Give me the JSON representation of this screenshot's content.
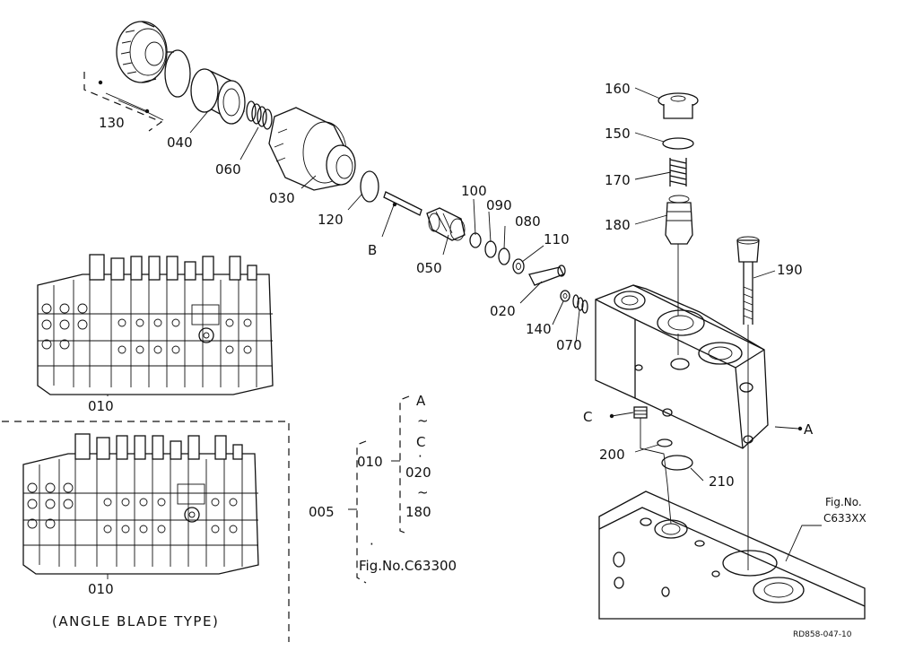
{
  "parts": [
    {
      "id": "p010a",
      "label": "010"
    },
    {
      "id": "p010b",
      "label": "010"
    },
    {
      "id": "p130",
      "label": "130"
    },
    {
      "id": "p040",
      "label": "040"
    },
    {
      "id": "p060",
      "label": "060"
    },
    {
      "id": "p030",
      "label": "030"
    },
    {
      "id": "p120",
      "label": "120"
    },
    {
      "id": "p100",
      "label": "100"
    },
    {
      "id": "p090",
      "label": "090"
    },
    {
      "id": "p080",
      "label": "080"
    },
    {
      "id": "p110",
      "label": "110"
    },
    {
      "id": "p050",
      "label": "050"
    },
    {
      "id": "p020",
      "label": "020"
    },
    {
      "id": "p140",
      "label": "140"
    },
    {
      "id": "p070",
      "label": "070"
    },
    {
      "id": "p160",
      "label": "160"
    },
    {
      "id": "p150",
      "label": "150"
    },
    {
      "id": "p170",
      "label": "170"
    },
    {
      "id": "p180",
      "label": "180"
    },
    {
      "id": "p190",
      "label": "190"
    },
    {
      "id": "p200",
      "label": "200"
    },
    {
      "id": "p210",
      "label": "210"
    }
  ],
  "refs": {
    "B": "B",
    "C": "C",
    "A": "A"
  },
  "legend": {
    "assembly": "005",
    "sub": "010",
    "range_a": "A",
    "range_tilde1": "~",
    "range_c": "C",
    "range_dot": "·",
    "range_020": "020",
    "range_tilde2": "~",
    "range_180": "180",
    "fig_dot": "·",
    "fig_ref": "Fig.No.C63300"
  },
  "angle_blade_caption": "(ANGLE BLADE TYPE)",
  "fig_no": {
    "label": "Fig.No.",
    "value": "C633XX"
  },
  "drawing_id": "RD858-047-10"
}
